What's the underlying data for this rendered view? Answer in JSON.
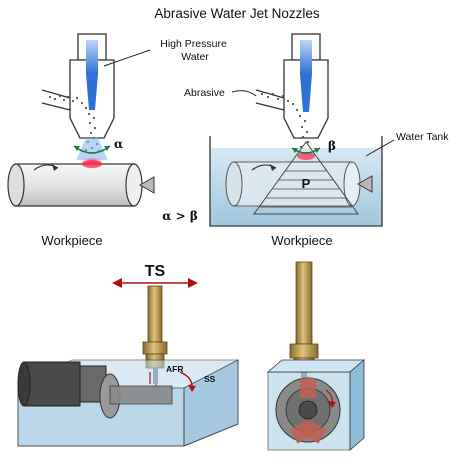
{
  "title": "Abrasive Water Jet Nozzles",
  "labels": {
    "high_pressure_water": [
      "High Pressure",
      "Water"
    ],
    "abrasive": "Abrasive",
    "water_tank": "Water Tank",
    "pressure": "P",
    "workpiece_left": "Workpiece",
    "workpiece_right": "Workpiece",
    "ts": "TS",
    "afr": "AFR",
    "ss": "SS"
  },
  "angles": {
    "alpha": "α",
    "beta": "β",
    "relation": "α > β"
  },
  "colors": {
    "jet_accent": "#ff2d55",
    "nozzle_water": "#2f6fd6",
    "angle_arrow": "#1a7f3a",
    "greek_text": "#1f8a3b",
    "ts_red": "#b01010",
    "tank_water": "#a9cfe6",
    "brass": "#b8914a"
  }
}
